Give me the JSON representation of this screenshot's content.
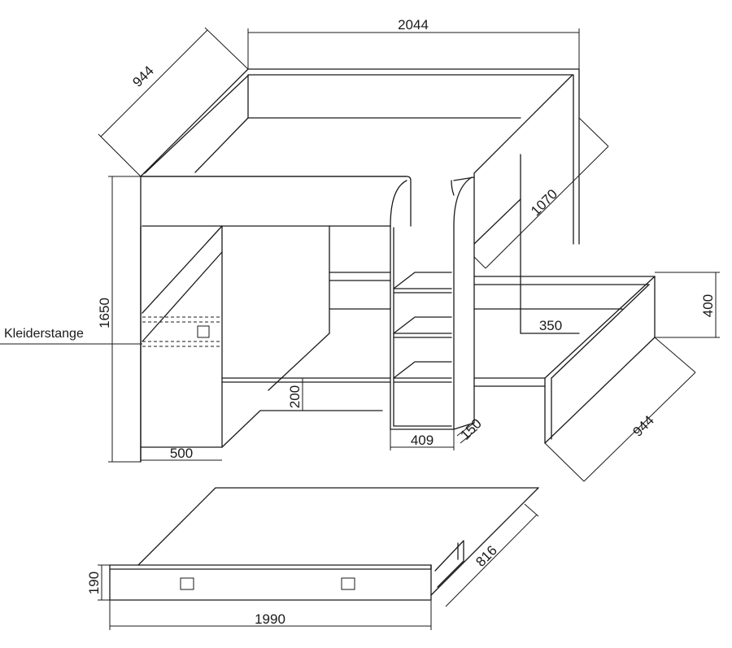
{
  "labels": {
    "clothes_rail": "Kleiderstange"
  },
  "dimensions": {
    "top_width": "2044",
    "top_depth": "944",
    "total_height": "1650",
    "rear_height": "1070",
    "desk_height": "400",
    "desk_width": "350",
    "shelf_height": "200",
    "wardrobe_width": "500",
    "ladder_width": "409",
    "ladder_depth": "150",
    "lower_depth": "944",
    "drawer_height": "190",
    "drawer_width": "1990",
    "drawer_depth": "816"
  },
  "colors": {
    "line": "#1a1a1a",
    "background": "#ffffff"
  }
}
